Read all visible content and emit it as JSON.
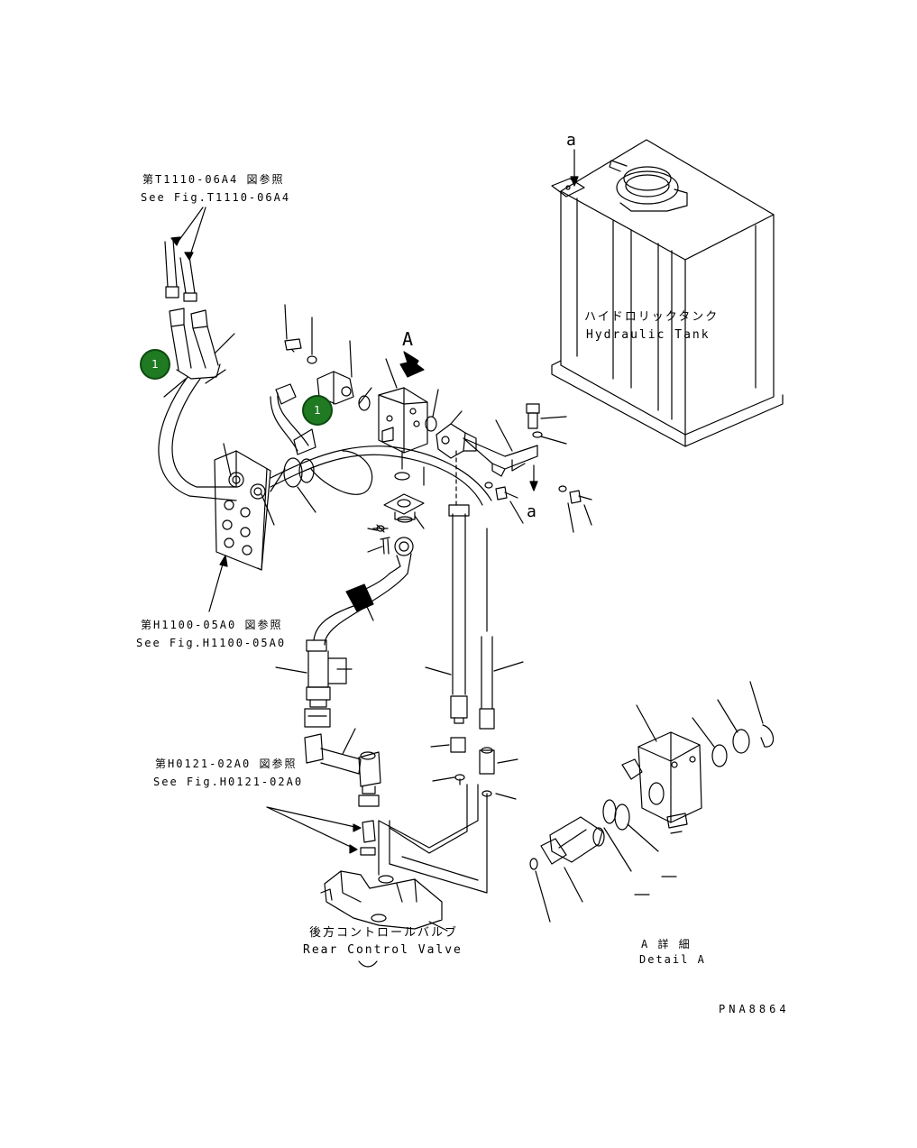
{
  "references": {
    "t1110_jp": "第T1110-06A4 図参照",
    "t1110_en": "See Fig.T1110-06A4",
    "h1100_jp": "第H1100-05A0 図参照",
    "h1100_en": "See Fig.H1100-05A0",
    "h0121_jp": "第H0121-02A0 図参照",
    "h0121_en": "See Fig.H0121-02A0"
  },
  "tank": {
    "jp": "ハイドロリックタンク",
    "en": "Hydraulic Tank"
  },
  "valve": {
    "jp": "後方コントロールバルブ",
    "en": "Rear Control Valve"
  },
  "detail": {
    "jp": "A 詳 細",
    "en": "Detail A"
  },
  "view_letter": "A",
  "marker_letter_top": "a",
  "marker_letter_mid": "a",
  "drawing_number": "PNA8864",
  "callouts": [
    {
      "label": "1"
    },
    {
      "label": "1"
    }
  ],
  "colors": {
    "callout_fill": "#1f7a22",
    "line": "#000000"
  }
}
